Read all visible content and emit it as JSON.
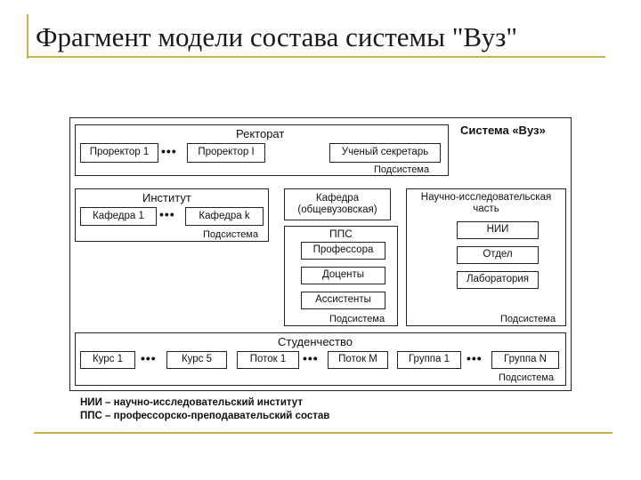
{
  "slide": {
    "title": "Фрагмент модели состава системы \"Вуз\""
  },
  "diagram": {
    "system_label": "Система «Вуз»",
    "rectorate": {
      "title": "Ректорат",
      "prorector_1": "Проректор 1",
      "prorector_i": "Проректор I",
      "secretary": "Ученый секретарь",
      "subsystem": "Подсистема"
    },
    "institute": {
      "title": "Институт",
      "dept_1": "Кафедра 1",
      "dept_k": "Кафедра k",
      "subsystem": "Подсистема"
    },
    "general_dept": "Кафедра (общевузовская)",
    "pps": {
      "title": "ППС",
      "professors": "Профессора",
      "docents": "Доценты",
      "assistants": "Ассистенты",
      "subsystem": "Подсистема"
    },
    "research": {
      "title": "Научно-исследовательская часть",
      "nii": "НИИ",
      "department": "Отдел",
      "laboratory": "Лаборатория",
      "subsystem": "Подсистема"
    },
    "students": {
      "title": "Студенчество",
      "course_1": "Курс 1",
      "course_5": "Курс 5",
      "stream_1": "Поток 1",
      "stream_m": "Поток M",
      "group_1": "Группа 1",
      "group_n": "Группа N",
      "subsystem": "Подсистема"
    },
    "dots": "•••"
  },
  "legend": {
    "nii": "НИИ – научно-исследовательский институт",
    "pps": "ППС – профессорско-преподавательский состав"
  }
}
